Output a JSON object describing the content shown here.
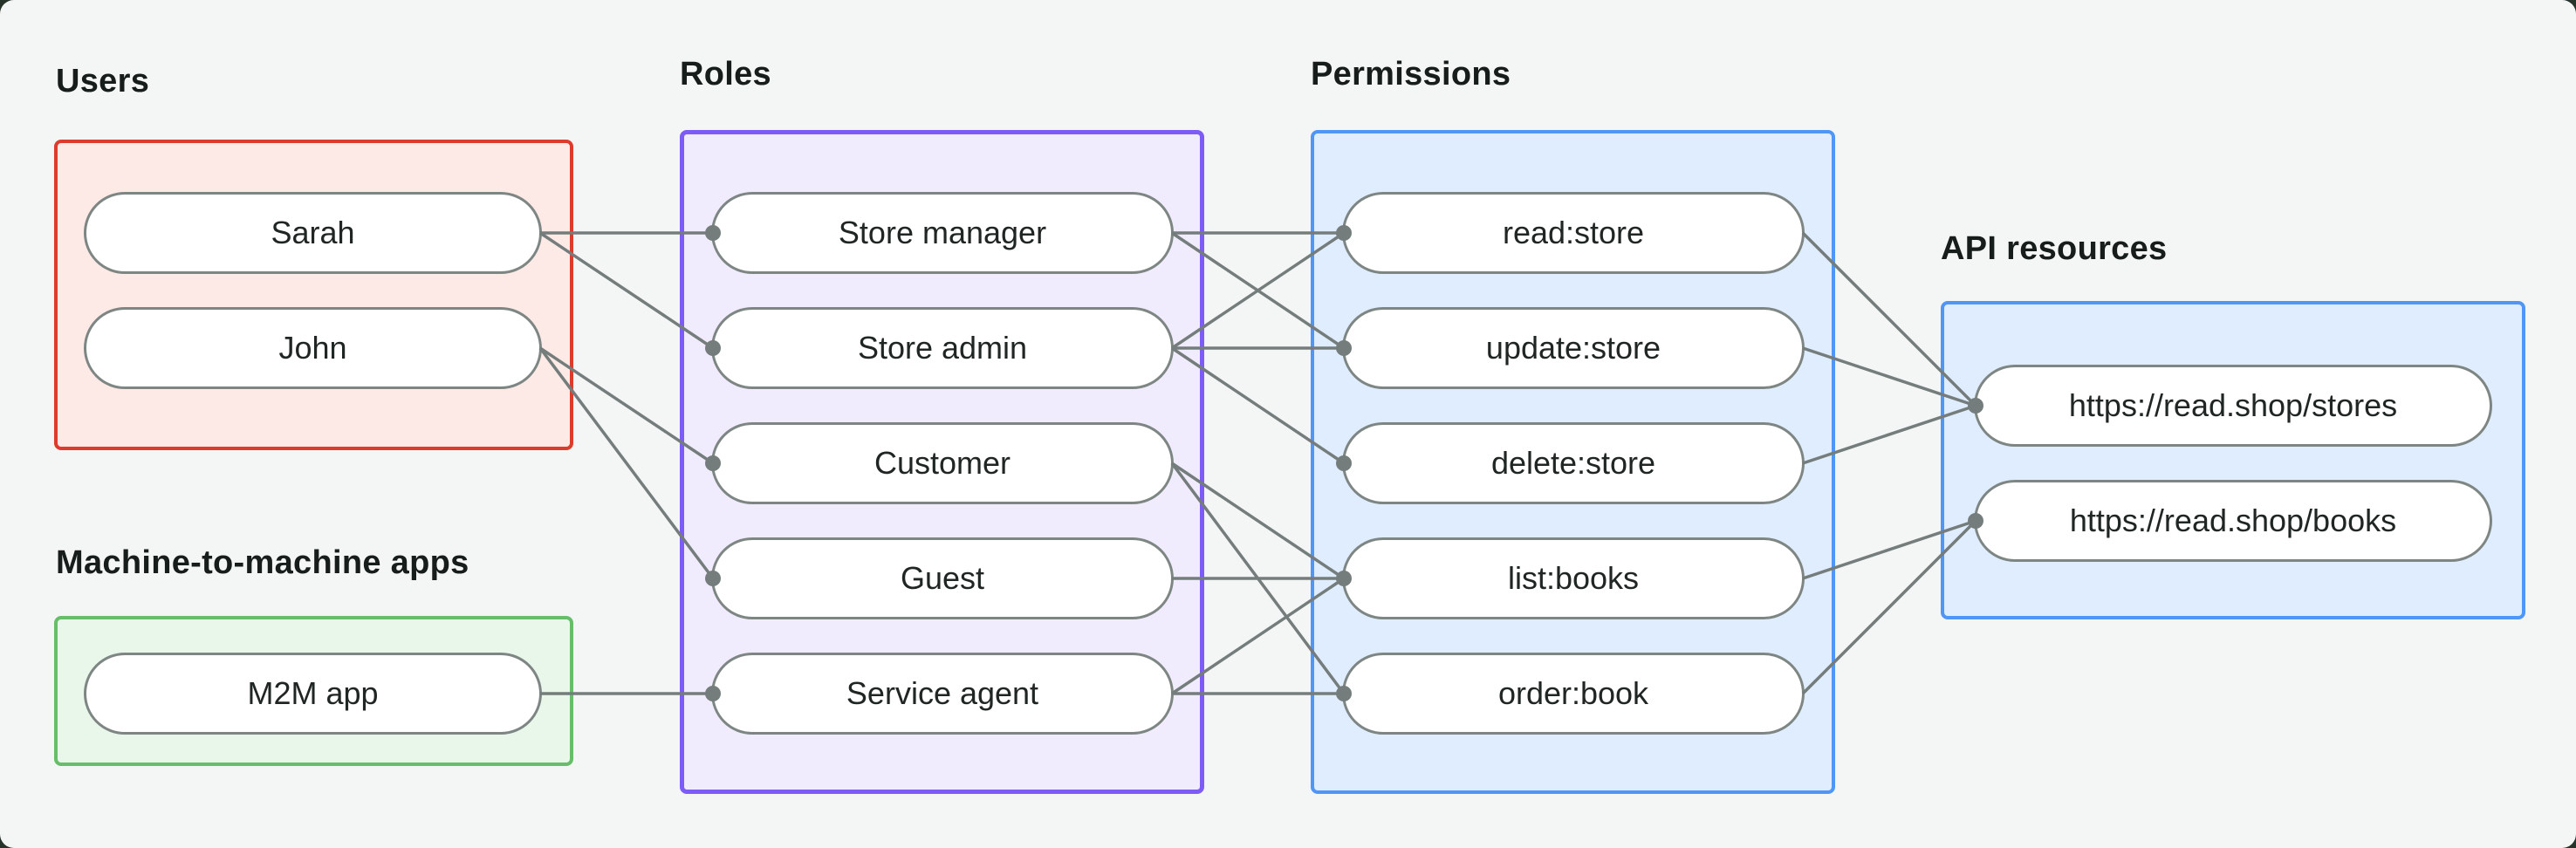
{
  "colors": {
    "outer_background": "#25332b",
    "card_background": "#f4f6f5",
    "edge": "#757d7c",
    "pill_border": "#7e8684",
    "pill_background": "#ffffff",
    "users_border": "#dd3b2c",
    "users_fill": "#fdeae7",
    "m2m_border": "#67bd6a",
    "m2m_fill": "#e9f6ea",
    "roles_border": "#7c5bf7",
    "roles_fill": "#f1ecfd",
    "permissions_border": "#4f96f7",
    "permissions_fill": "#dfedfe",
    "api_border": "#4f96f7",
    "api_fill": "#dfedfe"
  },
  "sections": {
    "users": {
      "label": "Users",
      "items": [
        {
          "id": "sarah",
          "label": "Sarah"
        },
        {
          "id": "john",
          "label": "John"
        }
      ]
    },
    "m2m": {
      "label": "Machine-to-machine apps",
      "items": [
        {
          "id": "m2m_app",
          "label": "M2M app"
        }
      ]
    },
    "roles": {
      "label": "Roles",
      "items": [
        {
          "id": "store_manager",
          "label": "Store manager"
        },
        {
          "id": "store_admin",
          "label": "Store admin"
        },
        {
          "id": "customer",
          "label": "Customer"
        },
        {
          "id": "guest",
          "label": "Guest"
        },
        {
          "id": "service_agent",
          "label": "Service agent"
        }
      ]
    },
    "permissions": {
      "label": "Permissions",
      "items": [
        {
          "id": "read_store",
          "label": "read:store"
        },
        {
          "id": "update_store",
          "label": "update:store"
        },
        {
          "id": "delete_store",
          "label": "delete:store"
        },
        {
          "id": "list_books",
          "label": "list:books"
        },
        {
          "id": "order_book",
          "label": "order:book"
        }
      ]
    },
    "api_resources": {
      "label": "API resources",
      "items": [
        {
          "id": "stores",
          "label": "https://read.shop/stores"
        },
        {
          "id": "books",
          "label": "https://read.shop/books"
        }
      ]
    }
  },
  "edges": [
    {
      "from": "sarah",
      "to": "store_manager"
    },
    {
      "from": "sarah",
      "to": "store_admin"
    },
    {
      "from": "john",
      "to": "customer"
    },
    {
      "from": "john",
      "to": "guest"
    },
    {
      "from": "m2m_app",
      "to": "service_agent"
    },
    {
      "from": "store_manager",
      "to": "read_store"
    },
    {
      "from": "store_manager",
      "to": "update_store"
    },
    {
      "from": "store_admin",
      "to": "read_store"
    },
    {
      "from": "store_admin",
      "to": "update_store"
    },
    {
      "from": "store_admin",
      "to": "delete_store"
    },
    {
      "from": "customer",
      "to": "list_books"
    },
    {
      "from": "customer",
      "to": "order_book"
    },
    {
      "from": "guest",
      "to": "list_books"
    },
    {
      "from": "service_agent",
      "to": "list_books"
    },
    {
      "from": "service_agent",
      "to": "order_book"
    },
    {
      "from": "read_store",
      "to": "stores"
    },
    {
      "from": "update_store",
      "to": "stores"
    },
    {
      "from": "delete_store",
      "to": "stores"
    },
    {
      "from": "list_books",
      "to": "books"
    },
    {
      "from": "order_book",
      "to": "books"
    }
  ]
}
